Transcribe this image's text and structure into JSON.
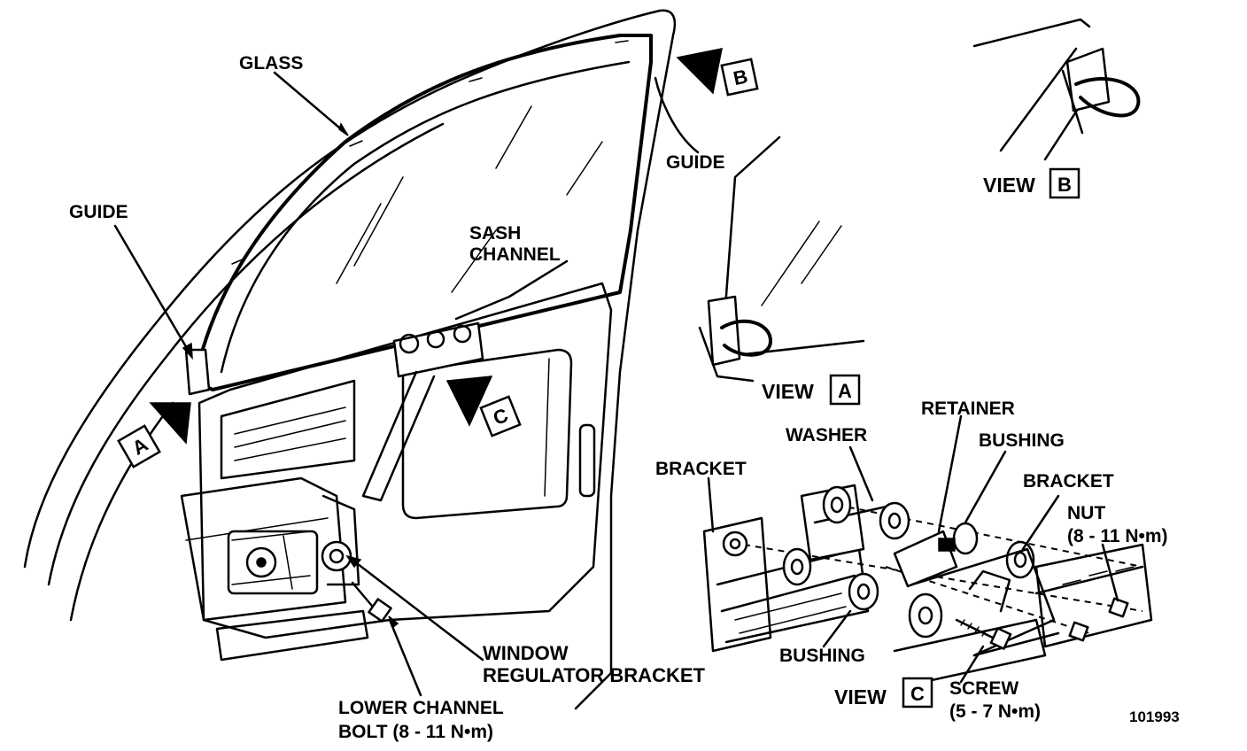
{
  "labels": {
    "glass": "GLASS",
    "guide_top": "GUIDE",
    "guide_left": "GUIDE",
    "sash_channel_1": "SASH",
    "sash_channel_2": "CHANNEL",
    "window_regulator_1": "WINDOW",
    "window_regulator_2": "REGULATOR BRACKET",
    "lower_channel_1": "LOWER CHANNEL",
    "lower_channel_2": "BOLT (8 - 11 N•m)",
    "bracket_left": "BRACKET",
    "washer": "WASHER",
    "retainer": "RETAINER",
    "bushing_top": "BUSHING",
    "bracket_right": "BRACKET",
    "nut_1": "NUT",
    "nut_2": "(8 - 11 N•m)",
    "bushing_bottom": "BUSHING",
    "screw_1": "SCREW",
    "screw_2": "(5 - 7 N•m)"
  },
  "views": {
    "a": {
      "word": "VIEW",
      "letter": "A"
    },
    "b": {
      "word": "VIEW",
      "letter": "B"
    },
    "c": {
      "word": "VIEW",
      "letter": "C"
    }
  },
  "callouts": {
    "a": "A",
    "b": "B",
    "c": "C"
  },
  "figure_number": "101993"
}
